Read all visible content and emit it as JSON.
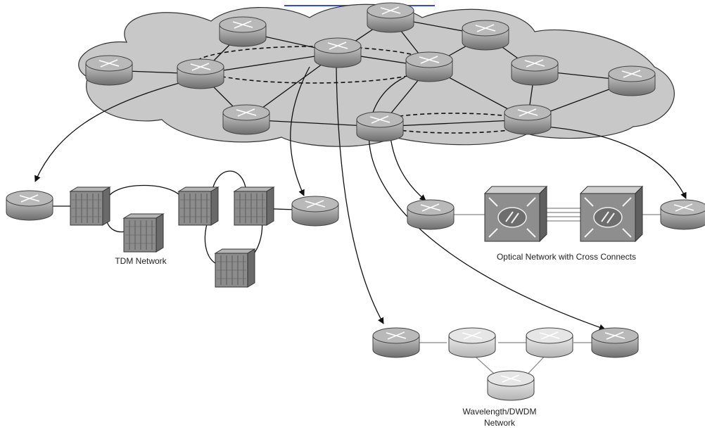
{
  "labels": {
    "tdm": "TDM Network",
    "optical": "Optical Network with Cross Connects",
    "dwdm_line1": "Wavelength/DWDM",
    "dwdm_line2": "Network"
  },
  "colors": {
    "cloud_fill": "#c8c8c8",
    "router_fill": "#9a9a9a",
    "light_router_fill": "#d4d4d4",
    "switch_fill": "#8c8c8c",
    "link": "#111111",
    "top_link_underline": "#3b4fc4"
  }
}
